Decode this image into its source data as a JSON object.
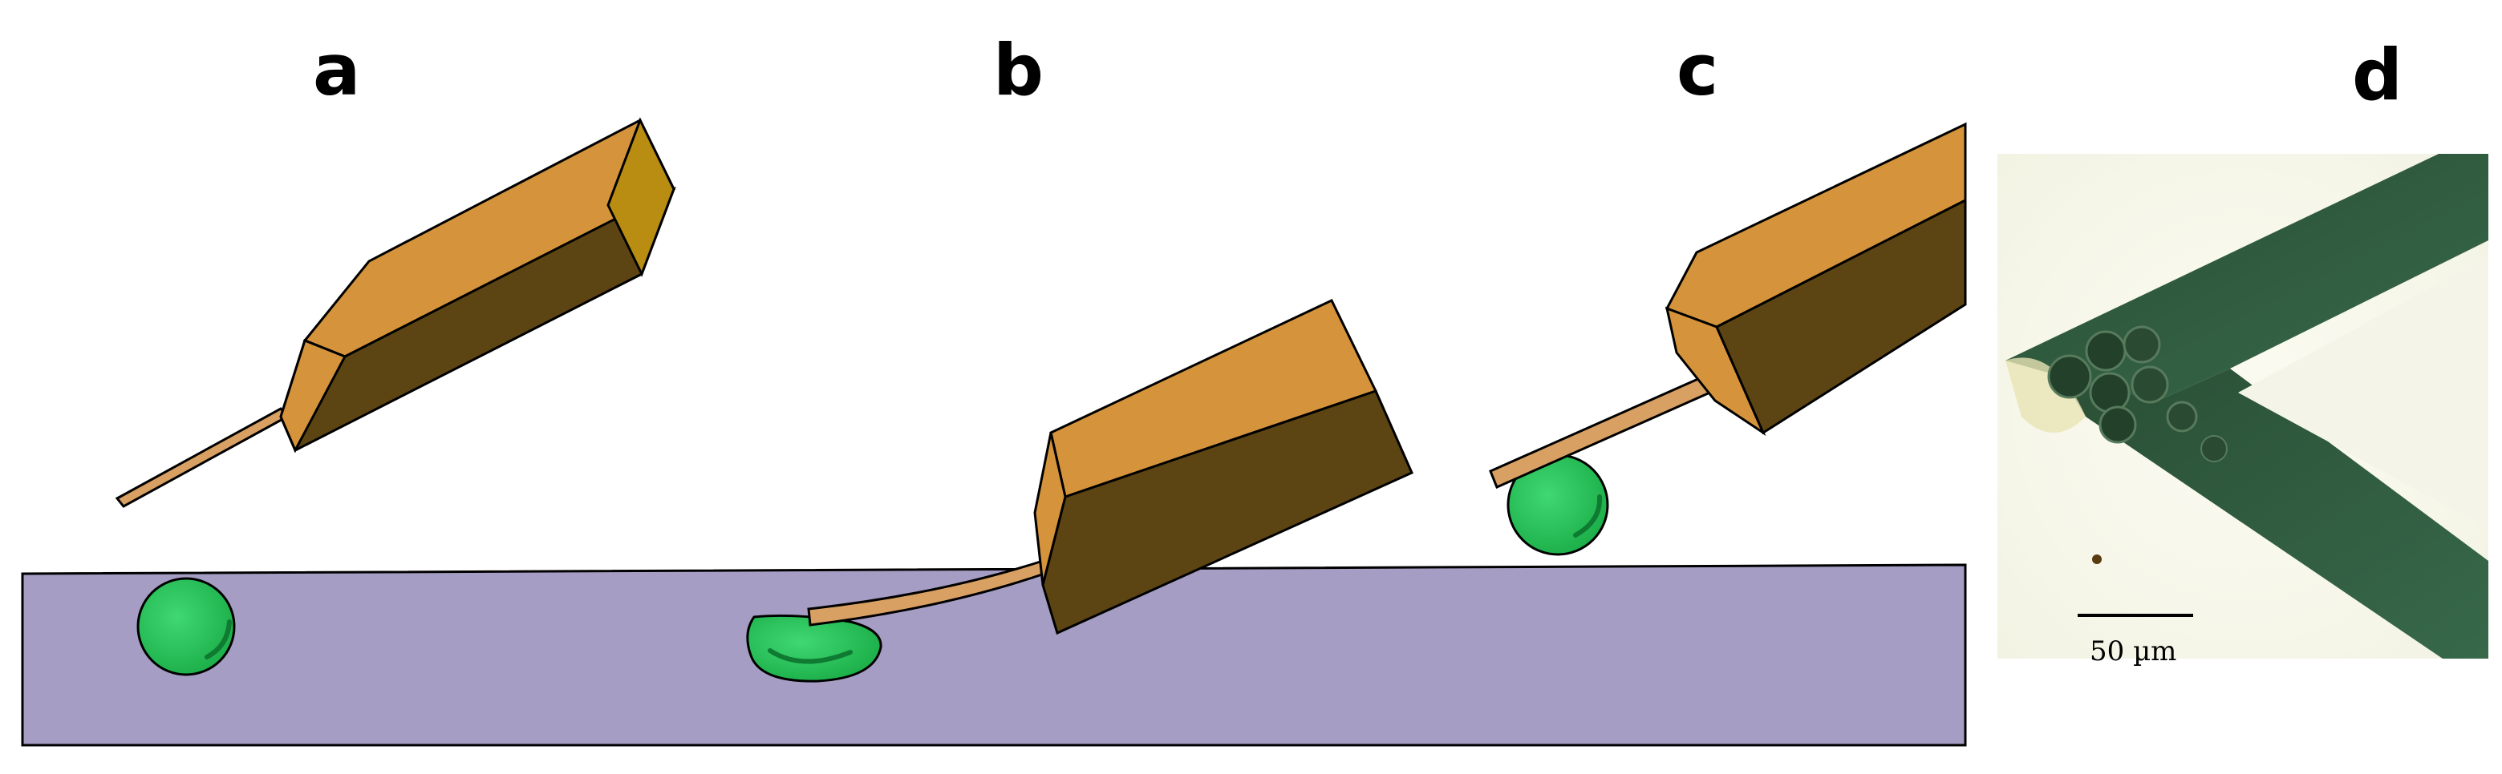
{
  "panels": {
    "a": "a",
    "b": "b",
    "c": "c",
    "d": "d"
  },
  "scale_bar": {
    "label": "50 µm"
  },
  "colors": {
    "substrate": "#a59dc3",
    "cell": "#22c155",
    "cell_dark": "#0f7a31",
    "holder_top": "#d5943c",
    "holder_side": "#5c4512",
    "holder_end": "#b88d12",
    "cantilever": "#d8a062",
    "micro_background": "#f8f8ee",
    "micro_beam": "#2f5a3b"
  }
}
